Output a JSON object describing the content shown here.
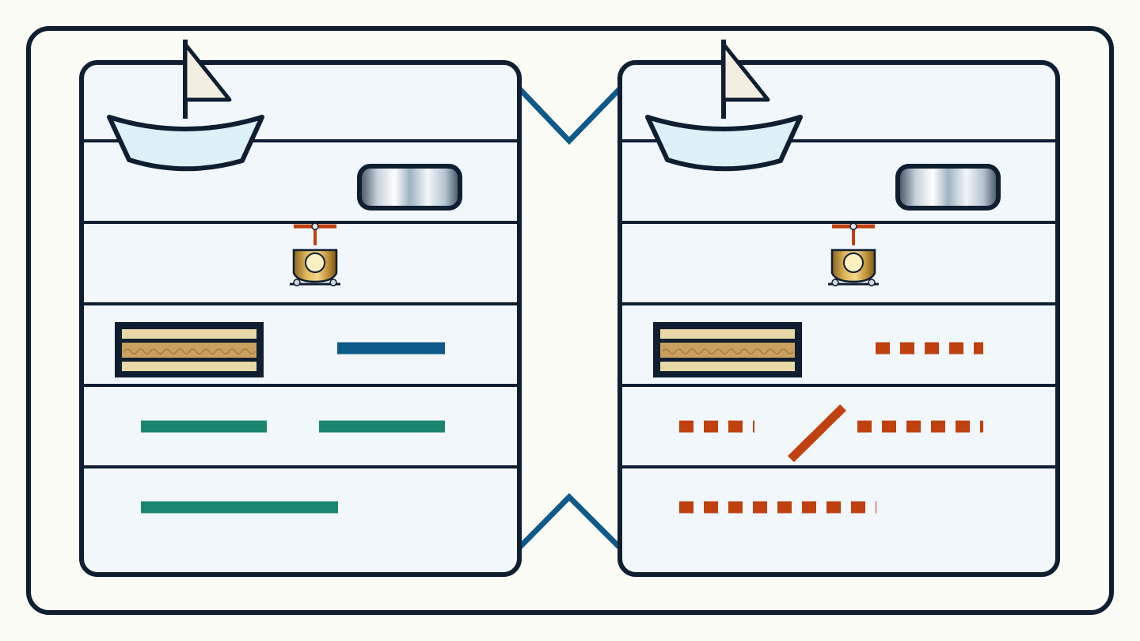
{
  "palette": {
    "background": "#fcfcf7",
    "outline": "#0f1e30",
    "panel_fill": "#f1f7fa",
    "connector": "#0d5a8a",
    "line_green": "#1a8670",
    "line_blue": "#0d5a8a",
    "line_orange": "#c0410f",
    "boat_hull": "#dff1f8",
    "sail": "#f3efe0",
    "mast_red": "#c0410f",
    "gold": "#c89a3c",
    "strip_light": "#e8d8a8",
    "strip_dark": "#c9a060"
  },
  "panels": [
    {
      "id": "left",
      "rows": [
        {
          "kind": "boat"
        },
        {
          "kind": "capsule"
        },
        {
          "kind": "lamp"
        },
        {
          "kind": "strip_and_line",
          "line": {
            "style": "solid",
            "color": "blue"
          }
        },
        {
          "kind": "two_lines",
          "line": {
            "style": "solid",
            "color": "green"
          }
        },
        {
          "kind": "long_line",
          "line": {
            "style": "solid",
            "color": "green"
          }
        }
      ]
    },
    {
      "id": "right",
      "rows": [
        {
          "kind": "boat"
        },
        {
          "kind": "capsule"
        },
        {
          "kind": "lamp"
        },
        {
          "kind": "strip_and_line",
          "line": {
            "style": "dashed",
            "color": "orange"
          }
        },
        {
          "kind": "two_lines",
          "line": {
            "style": "dashed",
            "color": "orange"
          },
          "has_diagonal": true
        },
        {
          "kind": "long_line",
          "line": {
            "style": "dashed",
            "color": "orange"
          }
        }
      ]
    }
  ]
}
